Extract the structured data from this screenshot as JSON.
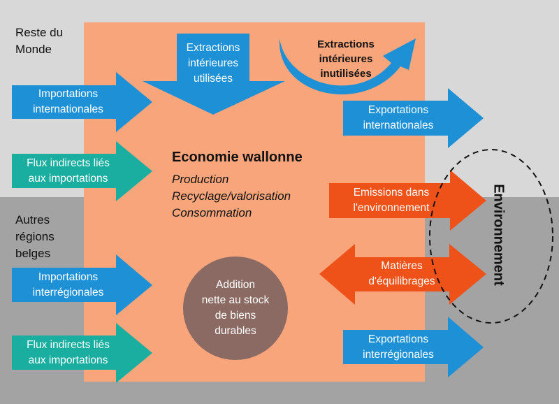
{
  "regions": {
    "rest_of_world": "Reste du Monde",
    "other_regions": [
      "Autres",
      "régions",
      "belges"
    ],
    "environment": "Environnement"
  },
  "economy": {
    "title": "Economie wallonne",
    "activities": [
      "Production",
      "Recyclage/valorisation",
      "Consommation"
    ],
    "stock": [
      "Addition",
      "nette au stock",
      "de biens",
      "durables"
    ]
  },
  "flows": {
    "extractions_used": [
      "Extractions",
      "intérieures",
      "utilisées"
    ],
    "extractions_unused": [
      "Extractions",
      "intérieures",
      "inutilisées"
    ],
    "imports_international": [
      "Importations",
      "internationales"
    ],
    "indirect_imports_1": [
      "Flux indirects liés",
      "aux importations"
    ],
    "exports_international": [
      "Exportations",
      "internationales"
    ],
    "emissions": [
      "Emissions dans",
      "l'environnement"
    ],
    "balancing": [
      "Matières",
      "d'équilibrages"
    ],
    "imports_interregional": [
      "Importations",
      "interrégionales"
    ],
    "indirect_imports_2": [
      "Flux indirects liés",
      "aux importations"
    ],
    "exports_interregional": [
      "Exportations",
      "interrégionales"
    ]
  },
  "colors": {
    "blue": "#1e90d6",
    "teal": "#1aaea0",
    "orange": "#ee5218",
    "economy": "#f8a57c",
    "stock": "#8a6a62"
  }
}
